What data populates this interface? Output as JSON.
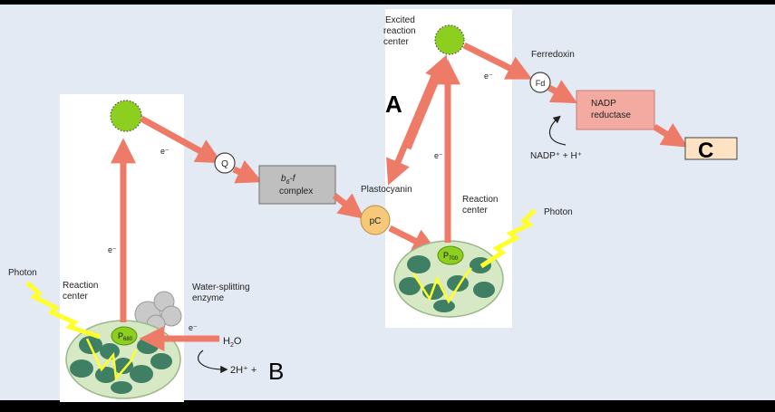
{
  "photosystem_ii": {
    "photon_label": "Photon",
    "reaction_center_label": [
      "Reaction",
      "center"
    ],
    "water_enzyme_label": [
      "Water-splitting",
      "enzyme"
    ],
    "p680_base": "P",
    "p680_sub": "680",
    "electron_up": "e⁻",
    "electron_water": "e⁻",
    "water_base": "H",
    "water_sub": "2",
    "water_tail": "O",
    "products": "2H⁺ +",
    "blank_b": "B"
  },
  "transport_chain": {
    "electron_to_q": "e⁻",
    "q_label": "Q",
    "complex_line1_base": "b",
    "complex_line1_sub": "6",
    "complex_line1_tail": "-f",
    "complex_line2": "complex",
    "plastocyanin_label": "Plastocyanin",
    "pc_label": "pC"
  },
  "photosystem_i": {
    "excited_center_label": [
      "Excited",
      "reaction",
      "center"
    ],
    "blank_a": "A",
    "electron_down": "e⁻",
    "reaction_center_label": [
      "Reaction",
      "center"
    ],
    "photon_label": "Photon",
    "p700_base": "P",
    "p700_sub": "700",
    "electron_to_fd": "e⁻",
    "ferredoxin_label": "Ferredoxin",
    "fd_label": "Fd",
    "reductase_label": [
      "NADP",
      "reductase"
    ],
    "nadp_input": "NADP⁺ + H⁺",
    "blank_c": "C"
  },
  "colors": {
    "background": "#e4eaf3",
    "panel": "#ffffff",
    "arrow": "#ee7b68",
    "antenna_disk": "#d6e8c4",
    "chlorophyll": "#3f7f63",
    "reaction_center": "#8ccf1e",
    "photon": "#ffff2c",
    "photon_outline": "#9a9a00",
    "complex_box": "#bfbfbf",
    "reductase_box": "#f3aaa1",
    "pc_circle": "#f6c97a",
    "answer_box": "#fde3c3"
  }
}
